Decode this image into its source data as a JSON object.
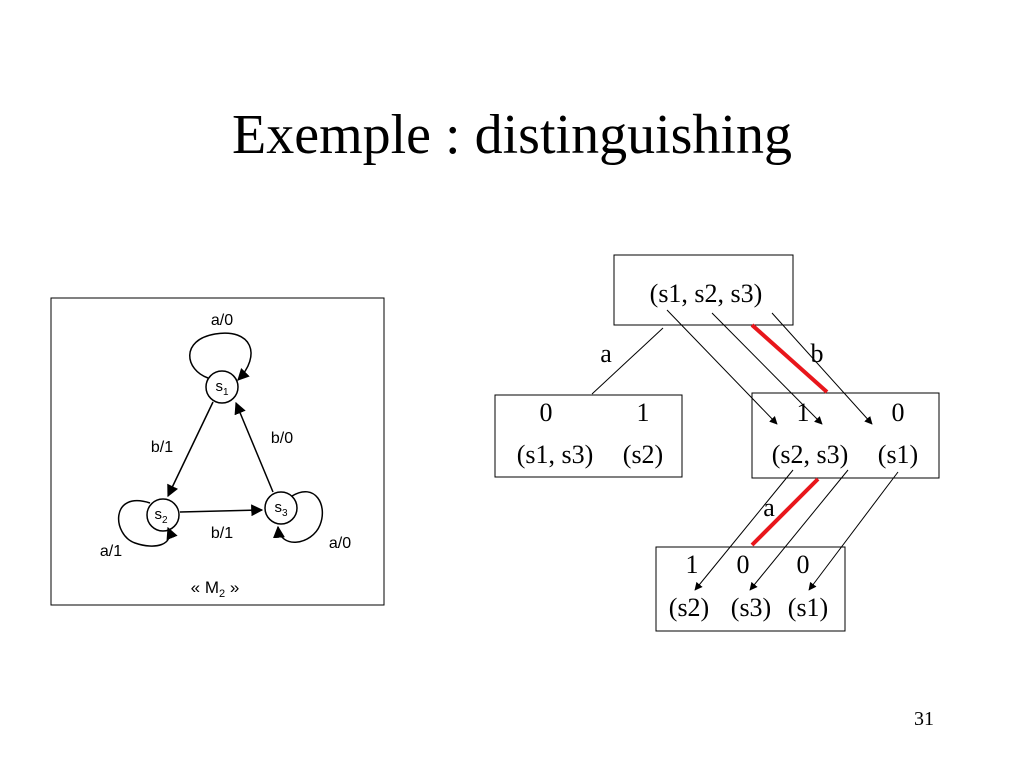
{
  "slide": {
    "title": "Exemple : distinguishing",
    "page_number": "31"
  },
  "machine": {
    "caption_prefix": "« M",
    "caption_sub": "2",
    "caption_suffix": " »",
    "states": [
      {
        "label": "s",
        "sub": "1"
      },
      {
        "label": "s",
        "sub": "2"
      },
      {
        "label": "s",
        "sub": "3"
      }
    ],
    "transitions": {
      "s1_loop": "a/0",
      "s1_to_s2": "b/1",
      "s3_to_s1": "b/0",
      "s2_to_s3": "b/1",
      "s2_loop": "a/1",
      "s3_loop": "a/0"
    }
  },
  "tree": {
    "root": "(s1, s2, s3)",
    "edge_a": "a",
    "edge_b": "b",
    "left_node": {
      "outputs": [
        "0",
        "1"
      ],
      "groups": [
        "(s1, s3)",
        "(s2)"
      ]
    },
    "right_node": {
      "outputs": [
        "1",
        "0"
      ],
      "groups": [
        "(s2, s3)",
        "(s1)"
      ]
    },
    "edge_a2": "a",
    "bottom_node": {
      "outputs": [
        "1",
        "0",
        "0"
      ],
      "groups": [
        "(s2)",
        "(s3)",
        "(s1)"
      ]
    },
    "highlight_color": "#e8161b"
  }
}
